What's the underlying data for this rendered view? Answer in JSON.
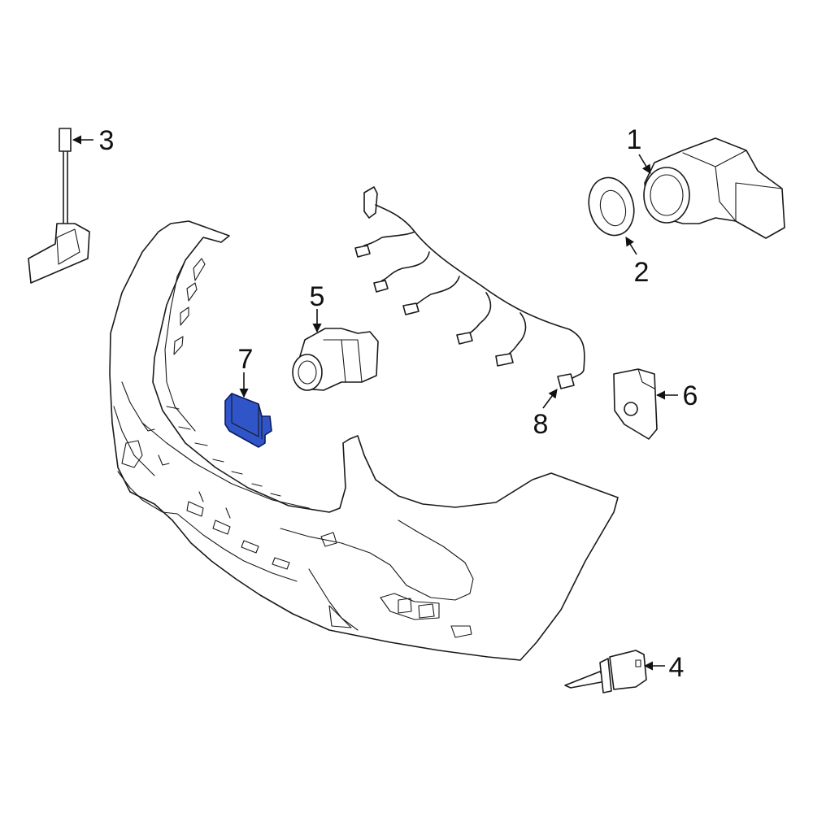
{
  "colors": {
    "highlight_fill": "#2f55c8",
    "highlight_stroke": "#0c1a5e",
    "line": "#1a1a1a",
    "background": "#ffffff"
  },
  "callouts": [
    {
      "label": "1",
      "part": "parking-sensor"
    },
    {
      "label": "2",
      "part": "sensor-retainer-ring"
    },
    {
      "label": "3",
      "part": "sensor-bracket-with-wire"
    },
    {
      "label": "4",
      "part": "temperature-sensor"
    },
    {
      "label": "5",
      "part": "parking-sensor-center"
    },
    {
      "label": "6",
      "part": "sensor-holder"
    },
    {
      "label": "7",
      "part": "control-module"
    },
    {
      "label": "8",
      "part": "wiring-harness"
    }
  ]
}
